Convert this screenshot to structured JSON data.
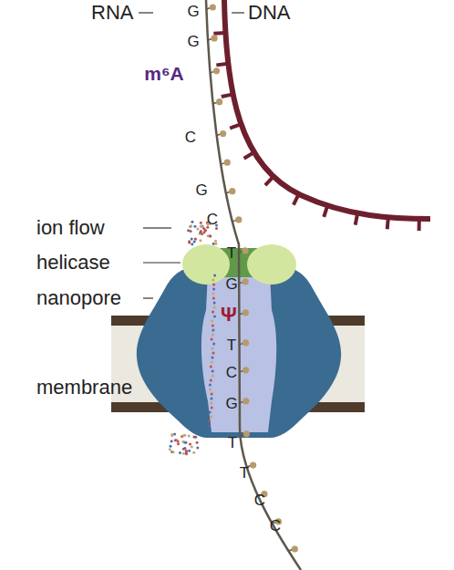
{
  "diagram": {
    "labels": [
      "RNA",
      "G",
      "DNA",
      "G",
      "m⁶A",
      "C",
      "G",
      "C",
      "ion flow",
      "T",
      "helicase",
      "G",
      "nanopore",
      "Ψ",
      "T",
      "C",
      "membrane",
      "G",
      "T",
      "T",
      "C",
      "C"
    ]
  }
}
